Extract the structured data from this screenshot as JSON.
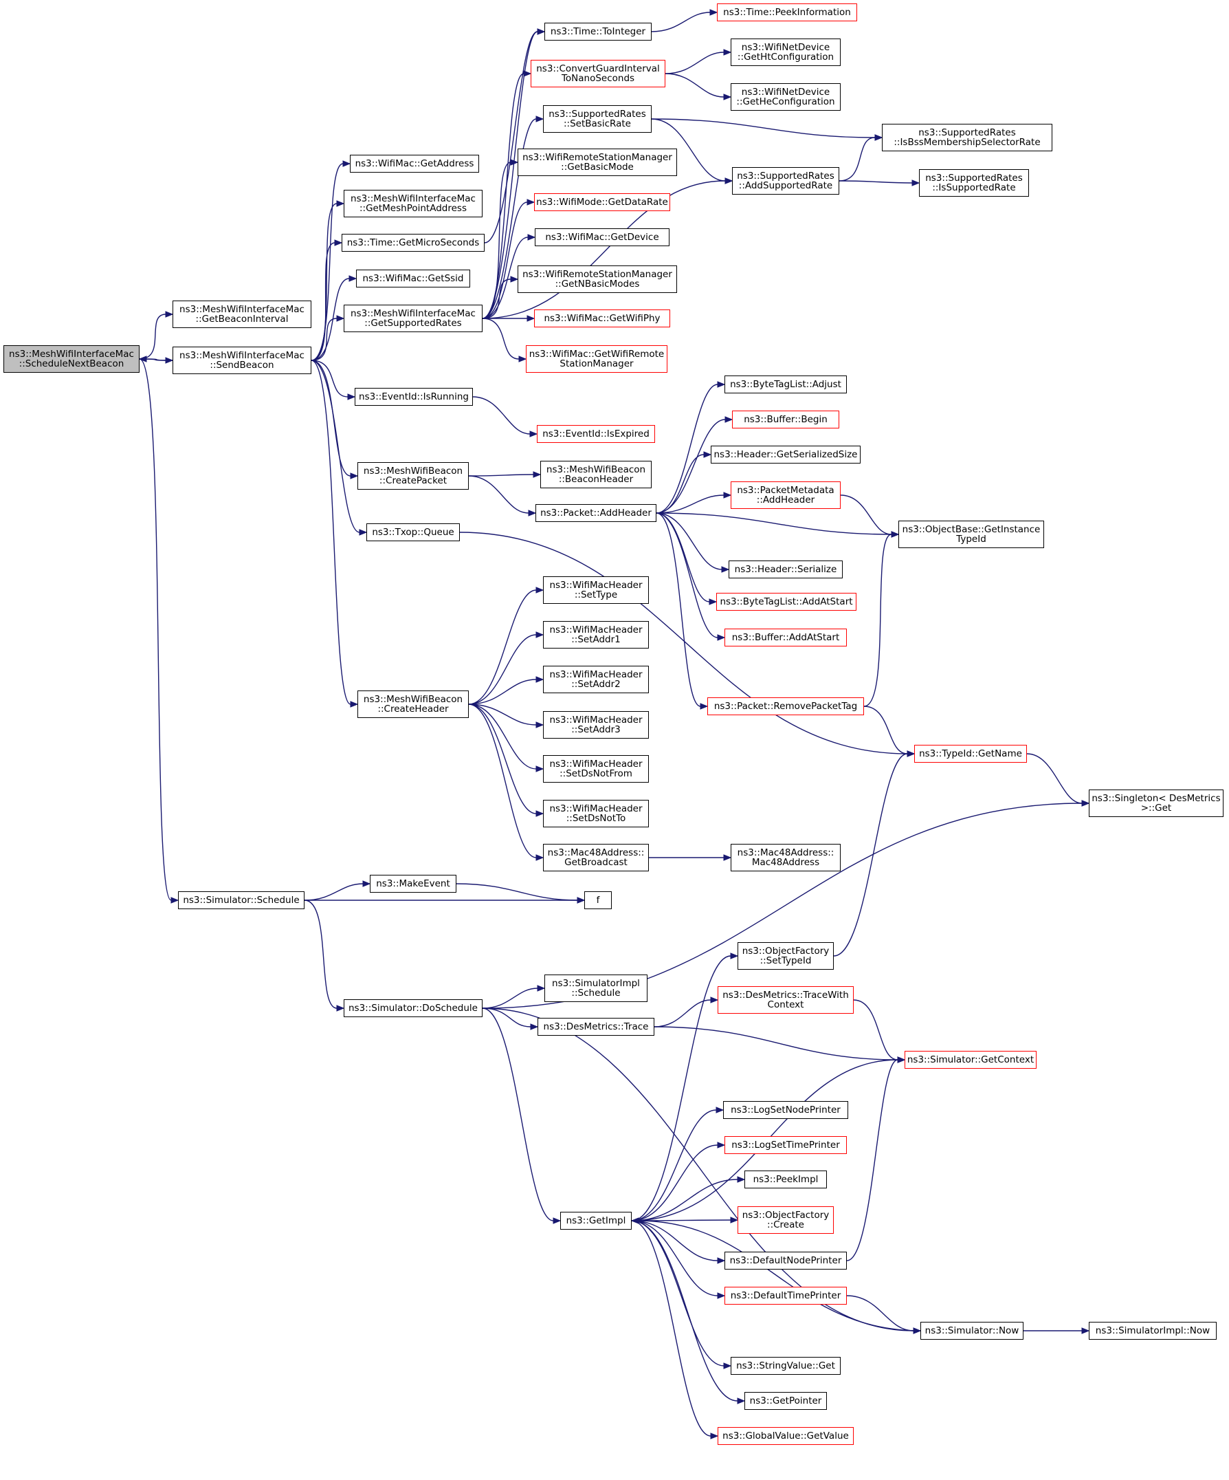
{
  "graph": {
    "direction": "left-to-right",
    "colors": {
      "edge": "#191970",
      "border_default": "#000000",
      "border_incomplete": "#ff0000",
      "root_fill": "#bfbfbf"
    },
    "nodes": [
      {
        "id": "root",
        "label": "ns3::MeshWifiInterfaceMac\n::ScheduleNextBeacon",
        "style": "root"
      },
      {
        "id": "getBeaconInterval",
        "label": "ns3::MeshWifiInterfaceMac\n::GetBeaconInterval"
      },
      {
        "id": "sendBeacon",
        "label": "ns3::MeshWifiInterfaceMac\n::SendBeacon"
      },
      {
        "id": "simSchedule",
        "label": "ns3::Simulator::Schedule"
      },
      {
        "id": "getAddress",
        "label": "ns3::WifiMac::GetAddress"
      },
      {
        "id": "getMeshPointAddress",
        "label": "ns3::MeshWifiInterfaceMac\n::GetMeshPointAddress"
      },
      {
        "id": "getMicroSeconds",
        "label": "ns3::Time::GetMicroSeconds"
      },
      {
        "id": "getSsid",
        "label": "ns3::WifiMac::GetSsid"
      },
      {
        "id": "getSupportedRates",
        "label": "ns3::MeshWifiInterfaceMac\n::GetSupportedRates"
      },
      {
        "id": "isRunning",
        "label": "ns3::EventId::IsRunning"
      },
      {
        "id": "createPacket",
        "label": "ns3::MeshWifiBeacon\n::CreatePacket"
      },
      {
        "id": "txopQueue",
        "label": "ns3::Txop::Queue"
      },
      {
        "id": "createHeader",
        "label": "ns3::MeshWifiBeacon\n::CreateHeader"
      },
      {
        "id": "makeEvent",
        "label": "ns3::MakeEvent"
      },
      {
        "id": "f",
        "label": "f"
      },
      {
        "id": "doSchedule",
        "label": "ns3::Simulator::DoSchedule"
      },
      {
        "id": "toInteger",
        "label": "ns3::Time::ToInteger"
      },
      {
        "id": "peekInformation",
        "label": "ns3::Time::PeekInformation",
        "style": "red"
      },
      {
        "id": "convertGuard",
        "label": "ns3::ConvertGuardInterval\nToNanoSeconds",
        "style": "red"
      },
      {
        "id": "getHtConfiguration",
        "label": "ns3::WifiNetDevice\n::GetHtConfiguration"
      },
      {
        "id": "getHeConfiguration",
        "label": "ns3::WifiNetDevice\n::GetHeConfiguration"
      },
      {
        "id": "setBasicRate",
        "label": "ns3::SupportedRates\n::SetBasicRate"
      },
      {
        "id": "isBssMembership",
        "label": "ns3::SupportedRates\n::IsBssMembershipSelectorRate"
      },
      {
        "id": "getBasicMode",
        "label": "ns3::WifiRemoteStationManager\n::GetBasicMode"
      },
      {
        "id": "addSupportedRate",
        "label": "ns3::SupportedRates\n::AddSupportedRate"
      },
      {
        "id": "isSupportedRate",
        "label": "ns3::SupportedRates\n::IsSupportedRate"
      },
      {
        "id": "getDataRate",
        "label": "ns3::WifiMode::GetDataRate",
        "style": "red"
      },
      {
        "id": "getDevice",
        "label": "ns3::WifiMac::GetDevice"
      },
      {
        "id": "getNBasicModes",
        "label": "ns3::WifiRemoteStationManager\n::GetNBasicModes"
      },
      {
        "id": "getWifiPhy",
        "label": "ns3::WifiMac::GetWifiPhy",
        "style": "red"
      },
      {
        "id": "getWifiRemoteStationManager",
        "label": "ns3::WifiMac::GetWifiRemote\nStationManager",
        "style": "red"
      },
      {
        "id": "byteTagAdjust",
        "label": "ns3::ByteTagList::Adjust"
      },
      {
        "id": "isExpired",
        "label": "ns3::EventId::IsExpired",
        "style": "red"
      },
      {
        "id": "bufferBegin",
        "label": "ns3::Buffer::Begin",
        "style": "red"
      },
      {
        "id": "headerGetSerializedSize",
        "label": "ns3::Header::GetSerializedSize"
      },
      {
        "id": "beaconHeader",
        "label": "ns3::MeshWifiBeacon\n::BeaconHeader"
      },
      {
        "id": "packetMetadataAddHeader",
        "label": "ns3::PacketMetadata\n::AddHeader",
        "style": "red"
      },
      {
        "id": "packetAddHeader",
        "label": "ns3::Packet::AddHeader"
      },
      {
        "id": "getInstanceTypeId",
        "label": "ns3::ObjectBase::GetInstance\nTypeId"
      },
      {
        "id": "headerSerialize",
        "label": "ns3::Header::Serialize"
      },
      {
        "id": "byteTagAddAtStart",
        "label": "ns3::ByteTagList::AddAtStart",
        "style": "red"
      },
      {
        "id": "bufferAddAtStart",
        "label": "ns3::Buffer::AddAtStart",
        "style": "red"
      },
      {
        "id": "setType",
        "label": "ns3::WifiMacHeader\n::SetType"
      },
      {
        "id": "setAddr1",
        "label": "ns3::WifiMacHeader\n::SetAddr1"
      },
      {
        "id": "setAddr2",
        "label": "ns3::WifiMacHeader\n::SetAddr2"
      },
      {
        "id": "removePacketTag",
        "label": "ns3::Packet::RemovePacketTag",
        "style": "red"
      },
      {
        "id": "setAddr3",
        "label": "ns3::WifiMacHeader\n::SetAddr3"
      },
      {
        "id": "typeIdGetName",
        "label": "ns3::TypeId::GetName",
        "style": "red"
      },
      {
        "id": "setDsNotFrom",
        "label": "ns3::WifiMacHeader\n::SetDsNotFrom"
      },
      {
        "id": "singletonGet",
        "label": "ns3::Singleton< DesMetrics\n>::Get"
      },
      {
        "id": "setDsNotTo",
        "label": "ns3::WifiMacHeader\n::SetDsNotTo"
      },
      {
        "id": "getBroadcast",
        "label": "ns3::Mac48Address::\nGetBroadcast"
      },
      {
        "id": "mac48Address",
        "label": "ns3::Mac48Address::\nMac48Address"
      },
      {
        "id": "objectFactorySetTypeId",
        "label": "ns3::ObjectFactory\n::SetTypeId"
      },
      {
        "id": "simulatorImplSchedule",
        "label": "ns3::SimulatorImpl\n::Schedule"
      },
      {
        "id": "traceWithContext",
        "label": "ns3::DesMetrics::TraceWith\nContext",
        "style": "red"
      },
      {
        "id": "desMetricsTrace",
        "label": "ns3::DesMetrics::Trace"
      },
      {
        "id": "getContext",
        "label": "ns3::Simulator::GetContext",
        "style": "red"
      },
      {
        "id": "logSetNodePrinter",
        "label": "ns3::LogSetNodePrinter"
      },
      {
        "id": "logSetTimePrinter",
        "label": "ns3::LogSetTimePrinter",
        "style": "red"
      },
      {
        "id": "peekImpl",
        "label": "ns3::PeekImpl"
      },
      {
        "id": "getImpl",
        "label": "ns3::GetImpl"
      },
      {
        "id": "objectFactoryCreate",
        "label": "ns3::ObjectFactory\n::Create",
        "style": "red"
      },
      {
        "id": "defaultNodePrinter",
        "label": "ns3::DefaultNodePrinter"
      },
      {
        "id": "defaultTimePrinter",
        "label": "ns3::DefaultTimePrinter",
        "style": "red"
      },
      {
        "id": "simulatorNow",
        "label": "ns3::Simulator::Now"
      },
      {
        "id": "simulatorImplNow",
        "label": "ns3::SimulatorImpl::Now"
      },
      {
        "id": "stringValueGet",
        "label": "ns3::StringValue::Get"
      },
      {
        "id": "getPointer",
        "label": "ns3::GetPointer"
      },
      {
        "id": "globalValueGetValue",
        "label": "ns3::GlobalValue::GetValue",
        "style": "red"
      }
    ],
    "edges": [
      [
        "root",
        "getBeaconInterval"
      ],
      [
        "root",
        "sendBeacon"
      ],
      [
        "root",
        "simSchedule"
      ],
      [
        "sendBeacon",
        "root"
      ],
      [
        "sendBeacon",
        "getAddress"
      ],
      [
        "sendBeacon",
        "getMeshPointAddress"
      ],
      [
        "sendBeacon",
        "getMicroSeconds"
      ],
      [
        "sendBeacon",
        "getSsid"
      ],
      [
        "sendBeacon",
        "getSupportedRates"
      ],
      [
        "sendBeacon",
        "isRunning"
      ],
      [
        "sendBeacon",
        "createPacket"
      ],
      [
        "sendBeacon",
        "txopQueue"
      ],
      [
        "sendBeacon",
        "createHeader"
      ],
      [
        "getMicroSeconds",
        "toInteger"
      ],
      [
        "toInteger",
        "peekInformation"
      ],
      [
        "getSupportedRates",
        "toInteger"
      ],
      [
        "getSupportedRates",
        "convertGuard"
      ],
      [
        "getSupportedRates",
        "setBasicRate"
      ],
      [
        "getSupportedRates",
        "getBasicMode"
      ],
      [
        "getSupportedRates",
        "getDataRate"
      ],
      [
        "getSupportedRates",
        "getDevice"
      ],
      [
        "getSupportedRates",
        "getNBasicModes"
      ],
      [
        "getSupportedRates",
        "getWifiPhy"
      ],
      [
        "getSupportedRates",
        "getWifiRemoteStationManager"
      ],
      [
        "getSupportedRates",
        "addSupportedRate"
      ],
      [
        "convertGuard",
        "getHtConfiguration"
      ],
      [
        "convertGuard",
        "getHeConfiguration"
      ],
      [
        "setBasicRate",
        "isBssMembership"
      ],
      [
        "setBasicRate",
        "addSupportedRate"
      ],
      [
        "addSupportedRate",
        "isBssMembership"
      ],
      [
        "addSupportedRate",
        "isSupportedRate"
      ],
      [
        "isRunning",
        "isExpired"
      ],
      [
        "createPacket",
        "beaconHeader"
      ],
      [
        "createPacket",
        "packetAddHeader"
      ],
      [
        "txopQueue",
        "typeIdGetName"
      ],
      [
        "packetAddHeader",
        "byteTagAdjust"
      ],
      [
        "packetAddHeader",
        "bufferBegin"
      ],
      [
        "packetAddHeader",
        "headerGetSerializedSize"
      ],
      [
        "packetAddHeader",
        "packetMetadataAddHeader"
      ],
      [
        "packetAddHeader",
        "getInstanceTypeId"
      ],
      [
        "packetAddHeader",
        "headerSerialize"
      ],
      [
        "packetAddHeader",
        "byteTagAddAtStart"
      ],
      [
        "packetAddHeader",
        "bufferAddAtStart"
      ],
      [
        "packetAddHeader",
        "removePacketTag"
      ],
      [
        "packetMetadataAddHeader",
        "getInstanceTypeId"
      ],
      [
        "removePacketTag",
        "getInstanceTypeId"
      ],
      [
        "removePacketTag",
        "typeIdGetName"
      ],
      [
        "typeIdGetName",
        "singletonGet"
      ],
      [
        "createHeader",
        "setType"
      ],
      [
        "createHeader",
        "setAddr1"
      ],
      [
        "createHeader",
        "setAddr2"
      ],
      [
        "createHeader",
        "setAddr3"
      ],
      [
        "createHeader",
        "setDsNotFrom"
      ],
      [
        "createHeader",
        "setDsNotTo"
      ],
      [
        "createHeader",
        "getBroadcast"
      ],
      [
        "getBroadcast",
        "mac48Address"
      ],
      [
        "simSchedule",
        "makeEvent"
      ],
      [
        "simSchedule",
        "f"
      ],
      [
        "simSchedule",
        "doSchedule"
      ],
      [
        "makeEvent",
        "f"
      ],
      [
        "doSchedule",
        "singletonGet"
      ],
      [
        "doSchedule",
        "simulatorImplSchedule"
      ],
      [
        "doSchedule",
        "desMetricsTrace"
      ],
      [
        "doSchedule",
        "getImpl"
      ],
      [
        "doSchedule",
        "simulatorNow"
      ],
      [
        "desMetricsTrace",
        "traceWithContext"
      ],
      [
        "desMetricsTrace",
        "getContext"
      ],
      [
        "traceWithContext",
        "getContext"
      ],
      [
        "objectFactorySetTypeId",
        "typeIdGetName"
      ],
      [
        "getImpl",
        "objectFactorySetTypeId"
      ],
      [
        "getImpl",
        "getContext"
      ],
      [
        "getImpl",
        "logSetNodePrinter"
      ],
      [
        "getImpl",
        "logSetTimePrinter"
      ],
      [
        "getImpl",
        "peekImpl"
      ],
      [
        "getImpl",
        "objectFactoryCreate"
      ],
      [
        "getImpl",
        "defaultNodePrinter"
      ],
      [
        "getImpl",
        "defaultTimePrinter"
      ],
      [
        "getImpl",
        "stringValueGet"
      ],
      [
        "getImpl",
        "getPointer"
      ],
      [
        "getImpl",
        "globalValueGetValue"
      ],
      [
        "defaultNodePrinter",
        "getContext"
      ],
      [
        "defaultTimePrinter",
        "simulatorNow"
      ],
      [
        "simulatorNow",
        "getImpl"
      ],
      [
        "simulatorNow",
        "simulatorImplNow"
      ]
    ]
  }
}
